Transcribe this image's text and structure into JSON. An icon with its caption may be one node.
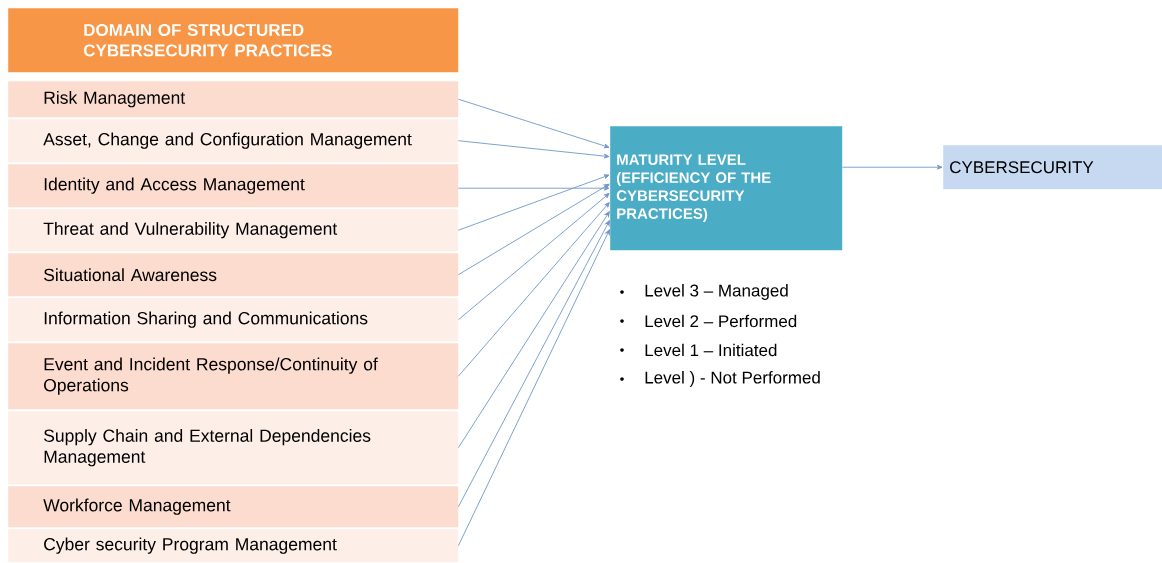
{
  "diagram": {
    "nodes": [
      {
        "text": [
          "DOMAIN OF STRUCTURED CYBERSECURITY PRACTICES"
        ]
      },
      {
        "text": [
          "Risk Management"
        ]
      },
      {
        "text": [
          "Asset, Change and Configuration Management"
        ]
      },
      {
        "text": [
          "Identity and Access Management"
        ]
      },
      {
        "text": [
          "Threat and Vulnerability Management"
        ]
      },
      {
        "text": [
          "Situational Awareness"
        ]
      },
      {
        "text": [
          "Information Sharing and Communications"
        ]
      },
      {
        "text": [
          "Event and Incident Response/Continuity of Operations"
        ]
      },
      {
        "text": [
          "Supply Chain and External Dependencies Management"
        ]
      },
      {
        "text": [
          "Workforce Management"
        ]
      },
      {
        "text": [
          "Cyber security Program Management"
        ]
      },
      {
        "text": [
          "MATURITY LEVEL (EFFICIENCY OF THE CYBERSECURITY PRACTICES)"
        ],
        "beside": [
          "Level 3 – Managed",
          "Level 2 – Performed",
          "Level 1 – Initiated",
          "Level )  -  Not Performed"
        ]
      },
      {
        "text": [
          "CYBERSECURITY"
        ]
      }
    ],
    "edges": [
      {
        "from": 1,
        "to": 11,
        "arrow": "to"
      },
      {
        "from": 2,
        "to": 11,
        "arrow": "to"
      },
      {
        "from": 3,
        "to": 11,
        "arrow": "to"
      },
      {
        "from": 4,
        "to": 11,
        "arrow": "to"
      },
      {
        "from": 5,
        "to": 11,
        "arrow": "to"
      },
      {
        "from": 6,
        "to": 11,
        "arrow": "to"
      },
      {
        "from": 7,
        "to": 11,
        "arrow": "to"
      },
      {
        "from": 8,
        "to": 11,
        "arrow": "to"
      },
      {
        "from": 9,
        "to": 11,
        "arrow": "to"
      },
      {
        "from": 10,
        "to": 11,
        "arrow": "to"
      },
      {
        "from": 11,
        "to": 12,
        "arrow": "to"
      }
    ]
  }
}
